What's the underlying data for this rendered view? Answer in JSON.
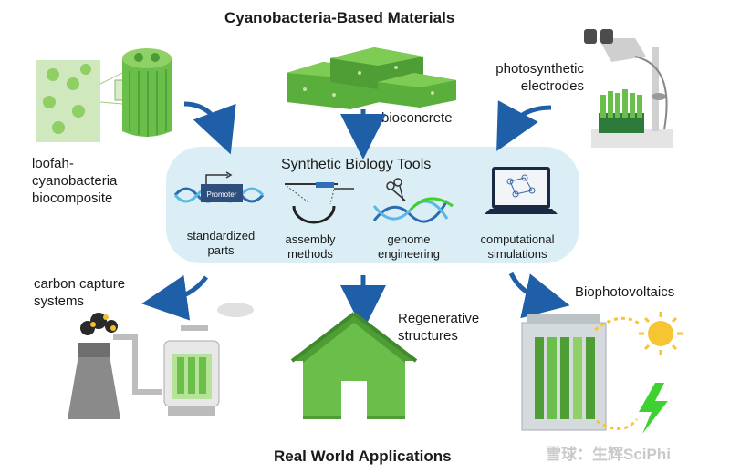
{
  "title_top": "Cyanobacteria-Based Materials",
  "title_bottom": "Real World Applications",
  "center": {
    "title": "Synthetic Biology Tools",
    "tools": [
      {
        "label": "standardized\nparts"
      },
      {
        "label": "assembly\nmethods"
      },
      {
        "label": "genome\nengineering"
      },
      {
        "label": "computational\nsimulations"
      }
    ],
    "promoter_label": "Promoter"
  },
  "materials": {
    "loofah": "loofah-\ncyanobacteria\nbiocomposite",
    "bioconcrete": "bioconcrete",
    "electrodes": "photosynthetic\nelectrodes"
  },
  "applications": {
    "carbon": "carbon capture\nsystems",
    "regenerative": "Regenerative\nstructures",
    "biophotovoltaics": "Biophotovoltaics"
  },
  "watermark": "雪球：生辉SciPhi",
  "colors": {
    "arrow": "#1f5fa8",
    "green": "#6abf4b",
    "dark_green": "#3f8a2c",
    "panel": "#dbeef5",
    "lightning": "#3fd12f",
    "sun": "#f7c531"
  }
}
